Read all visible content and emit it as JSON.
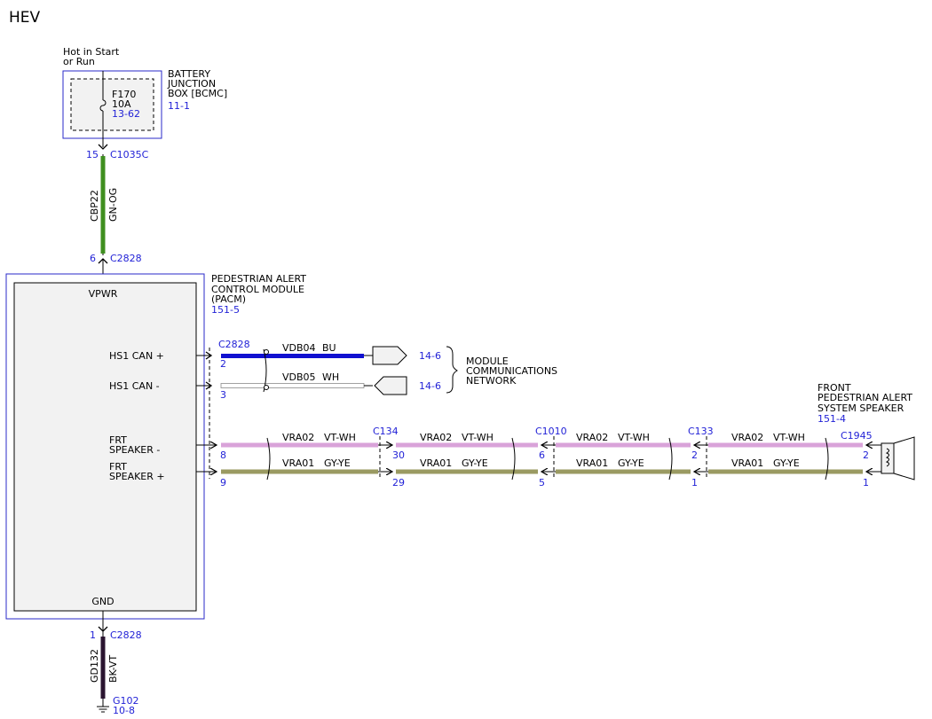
{
  "title": "HEV",
  "hot_label": [
    "Hot in Start",
    "or Run"
  ],
  "bjb": {
    "name": [
      "BATTERY",
      "JUNCTION",
      "BOX [BCMC]"
    ],
    "ref": "11-1",
    "fuse": "F170",
    "amps": "10A",
    "fuse_ref": "13-62"
  },
  "power_wire": {
    "top_pin": "15",
    "top_conn": "C1035C",
    "circuit": "CBP22",
    "color": "GN-OG",
    "bot_pin": "6",
    "bot_conn": "C2828"
  },
  "pacm": {
    "name": [
      "PEDESTRIAN ALERT",
      "CONTROL MODULE",
      "(PACM)"
    ],
    "ref": "151-5",
    "vpwr": "VPWR",
    "gnd": "GND",
    "pins": {
      "hs1p": "HS1 CAN +",
      "hs1n": "HS1 CAN -",
      "spkn": [
        "FRT",
        "SPEAKER -"
      ],
      "spkp": [
        "FRT",
        "SPEAKER +"
      ]
    }
  },
  "can": {
    "conn": "C2828",
    "wire1": {
      "pin": "2",
      "circuit": "VDB04",
      "color": "BU",
      "ref": "14-6"
    },
    "wire2": {
      "pin": "3",
      "circuit": "VDB05",
      "color": "WH",
      "ref": "14-6"
    },
    "network": [
      "MODULE",
      "COMMUNICATIONS",
      "NETWORK"
    ]
  },
  "speaker_run": {
    "segments": [
      {
        "top_circuit": "VRA02",
        "top_color": "VT-WH",
        "bot_circuit": "VRA01",
        "bot_color": "GY-YE"
      },
      {
        "top_circuit": "VRA02",
        "top_color": "VT-WH",
        "bot_circuit": "VRA01",
        "bot_color": "GY-YE"
      },
      {
        "top_circuit": "VRA02",
        "top_color": "VT-WH",
        "bot_circuit": "VRA01",
        "bot_color": "GY-YE"
      },
      {
        "top_circuit": "VRA02",
        "top_color": "VT-WH",
        "bot_circuit": "VRA01",
        "bot_color": "GY-YE"
      }
    ],
    "start_pins": {
      "top": "8",
      "bot": "9"
    },
    "connectors": [
      {
        "name": "C134",
        "top_pin": "30",
        "bot_pin": "29"
      },
      {
        "name": "C1010",
        "top_pin": "6",
        "bot_pin": "5"
      },
      {
        "name": "C133",
        "top_pin": "2",
        "bot_pin": "1"
      },
      {
        "name": "C1945",
        "top_pin": "2",
        "bot_pin": "1"
      }
    ]
  },
  "speaker": {
    "name": [
      "FRONT",
      "PEDESTRIAN ALERT",
      "SYSTEM SPEAKER"
    ],
    "ref": "151-4"
  },
  "ground_wire": {
    "pin": "1",
    "conn": "C2828",
    "circuit": "GD132",
    "color": "BK-VT",
    "ground": "G102",
    "ground_ref": "10-8"
  },
  "colors": {
    "link_blue": "#1f1fd6",
    "gn_og": "#3f8f1f",
    "bu": "#1010d0",
    "vt_wh": "#d9a3d9",
    "gy_ye": "#9a9a62",
    "bk_vt": "#2a1430"
  }
}
